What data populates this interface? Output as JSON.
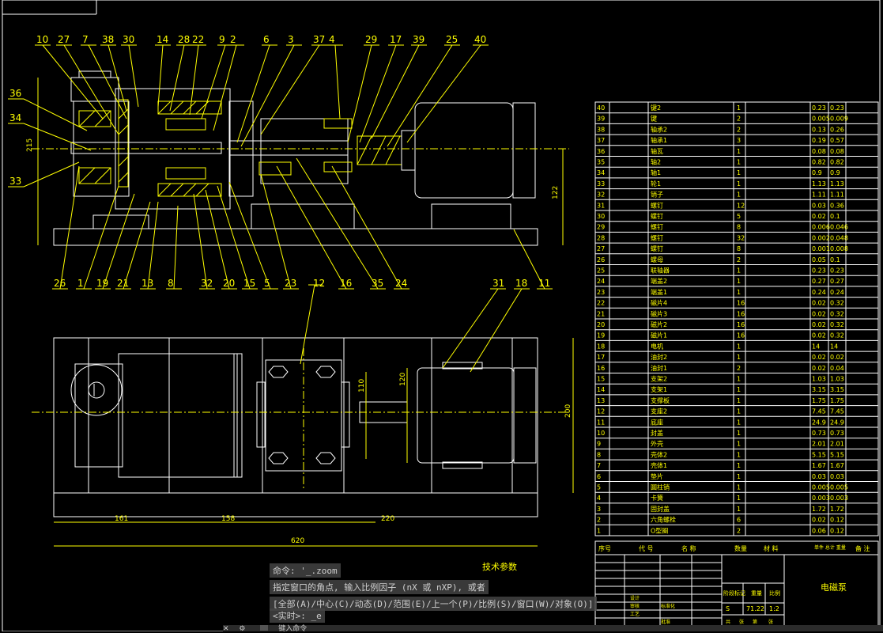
{
  "labels_top": [
    "10",
    "27",
    "7",
    "38",
    "30",
    "14",
    "28",
    "22",
    "9",
    "2",
    "6",
    "3",
    "37",
    "4",
    "29",
    "17",
    "39",
    "25",
    "40"
  ],
  "labels_bottom": [
    "26",
    "1",
    "19",
    "21",
    "13",
    "8",
    "32",
    "20",
    "15",
    "5",
    "23",
    "16",
    "35",
    "24",
    "11"
  ],
  "labels_left": [
    "36",
    "34",
    "33"
  ],
  "labels_plan": [
    "12",
    "31",
    "18"
  ],
  "dims": {
    "height_215": "215",
    "height_122": "122",
    "d_161": "161",
    "d_158": "158",
    "d_220": "220",
    "d_620": "620",
    "d_200": "200",
    "d_110": "110",
    "d_120": "120"
  },
  "parts": [
    {
      "no": "40",
      "name": "键2",
      "qty": "1",
      "unit": "0.23",
      "total": "0.23"
    },
    {
      "no": "39",
      "name": "键",
      "qty": "2",
      "unit": "0.005",
      "total": "0.009"
    },
    {
      "no": "38",
      "name": "轴承2",
      "qty": "2",
      "unit": "0.13",
      "total": "0.26"
    },
    {
      "no": "37",
      "name": "轴承1",
      "qty": "3",
      "unit": "0.19",
      "total": "0.57"
    },
    {
      "no": "36",
      "name": "轴瓦",
      "qty": "1",
      "unit": "0.08",
      "total": "0.08"
    },
    {
      "no": "35",
      "name": "轴2",
      "qty": "1",
      "unit": "0.82",
      "total": "0.82"
    },
    {
      "no": "34",
      "name": "轴1",
      "qty": "1",
      "unit": "0.9",
      "total": "0.9"
    },
    {
      "no": "33",
      "name": "轮1",
      "qty": "1",
      "unit": "1.13",
      "total": "1.13"
    },
    {
      "no": "32",
      "name": "销子",
      "qty": "1",
      "unit": "1.11",
      "total": "1.11"
    },
    {
      "no": "31",
      "name": "螺钉",
      "qty": "12",
      "unit": "0.03",
      "total": "0.36"
    },
    {
      "no": "30",
      "name": "螺钉",
      "qty": "5",
      "unit": "0.02",
      "total": "0.1"
    },
    {
      "no": "29",
      "name": "螺钉",
      "qty": "8",
      "unit": "0.006",
      "total": "0.046"
    },
    {
      "no": "28",
      "name": "螺钉",
      "qty": "32",
      "unit": "0.002",
      "total": "0.048"
    },
    {
      "no": "27",
      "name": "螺钉",
      "qty": "8",
      "unit": "0.001",
      "total": "0.008"
    },
    {
      "no": "26",
      "name": "螺母",
      "qty": "2",
      "unit": "0.05",
      "total": "0.1"
    },
    {
      "no": "25",
      "name": "联轴器",
      "qty": "1",
      "unit": "0.23",
      "total": "0.23"
    },
    {
      "no": "24",
      "name": "端盖2",
      "qty": "1",
      "unit": "0.27",
      "total": "0.27"
    },
    {
      "no": "23",
      "name": "端盖1",
      "qty": "1",
      "unit": "0.24",
      "total": "0.24"
    },
    {
      "no": "22",
      "name": "磁片4",
      "qty": "16",
      "unit": "0.02",
      "total": "0.32"
    },
    {
      "no": "21",
      "name": "磁片3",
      "qty": "16",
      "unit": "0.02",
      "total": "0.32"
    },
    {
      "no": "20",
      "name": "磁片2",
      "qty": "16",
      "unit": "0.02",
      "total": "0.32"
    },
    {
      "no": "19",
      "name": "磁片1",
      "qty": "16",
      "unit": "0.02",
      "total": "0.32"
    },
    {
      "no": "18",
      "name": "电机",
      "qty": "1",
      "unit": "14",
      "total": "14"
    },
    {
      "no": "17",
      "name": "油封2",
      "qty": "1",
      "unit": "0.02",
      "total": "0.02"
    },
    {
      "no": "16",
      "name": "油封1",
      "qty": "2",
      "unit": "0.02",
      "total": "0.04"
    },
    {
      "no": "15",
      "name": "支架2",
      "qty": "1",
      "unit": "1.03",
      "total": "1.03"
    },
    {
      "no": "14",
      "name": "支架1",
      "qty": "1",
      "unit": "3.15",
      "total": "3.15"
    },
    {
      "no": "13",
      "name": "支撑板",
      "qty": "1",
      "unit": "1.75",
      "total": "1.75"
    },
    {
      "no": "12",
      "name": "支座2",
      "qty": "1",
      "unit": "7.45",
      "total": "7.45"
    },
    {
      "no": "11",
      "name": "底座",
      "qty": "1",
      "unit": "24.9",
      "total": "24.9"
    },
    {
      "no": "10",
      "name": "封盖",
      "qty": "1",
      "unit": "0.73",
      "total": "0.73"
    },
    {
      "no": "9",
      "name": "外壳",
      "qty": "1",
      "unit": "2.01",
      "total": "2.01"
    },
    {
      "no": "8",
      "name": "壳体2",
      "qty": "1",
      "unit": "5.15",
      "total": "5.15"
    },
    {
      "no": "7",
      "name": "壳体1",
      "qty": "1",
      "unit": "1.67",
      "total": "1.67"
    },
    {
      "no": "6",
      "name": "垫片",
      "qty": "1",
      "unit": "0.03",
      "total": "0.03"
    },
    {
      "no": "5",
      "name": "圆柱销",
      "qty": "1",
      "unit": "0.005",
      "total": "0.005"
    },
    {
      "no": "4",
      "name": "卡簧",
      "qty": "1",
      "unit": "0.003",
      "total": "0.003"
    },
    {
      "no": "3",
      "name": "固封盖",
      "qty": "1",
      "unit": "1.72",
      "total": "1.72"
    },
    {
      "no": "2",
      "name": "六角螺栓",
      "qty": "6",
      "unit": "0.02",
      "total": "0.12"
    },
    {
      "no": "1",
      "name": "O型圈",
      "qty": "2",
      "unit": "0.06",
      "total": "0.12"
    }
  ],
  "table_header": {
    "no": "序号",
    "code": "代 号",
    "name": "名 称",
    "qty": "数量",
    "material": "材 料",
    "weight": "单件 总计 重量",
    "remark": "备 注"
  },
  "title_block": {
    "drawing_name": "电磁泵",
    "tech_params": "技术参数",
    "scale_label": "比例",
    "scale_value": "1:2",
    "weight_label": "重量",
    "weight_value": "71.22",
    "stage_value": "S",
    "mark_label": "阶段标记",
    "row_labels": [
      "设计",
      "审核",
      "工艺",
      "标准化",
      "批准"
    ],
    "sheet_labels": [
      "共",
      "张",
      "第",
      "张"
    ]
  },
  "command": {
    "line1": "命令: '_.zoom",
    "line2": "指定窗口的角点, 输入比例因子 (nX 或 nXP), 或者",
    "line3": "[全部(A)/中心(C)/动态(D)/范围(E)/上一个(P)/比例(S)/窗口(W)/对象(O)]",
    "line4": "<实时>: _e",
    "input_placeholder": "键入命令"
  },
  "colors": {
    "line": "#ffff00",
    "white": "#ffffff",
    "bg": "#000000"
  }
}
